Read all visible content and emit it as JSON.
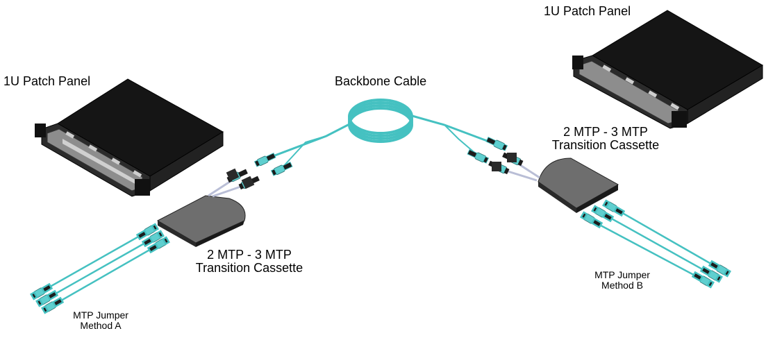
{
  "labels": {
    "left_panel": "1U Patch Panel",
    "right_panel": "1U Patch Panel",
    "backbone": "Backbone Cable",
    "left_cassette_line1": "2 MTP - 3 MTP",
    "left_cassette_line2": "Transition Cassette",
    "right_cassette_line1": "2 MTP - 3 MTP",
    "right_cassette_line2": "Transition Cassette",
    "jumper_a_line1": "MTP Jumper",
    "jumper_a_line2": "Method A",
    "jumper_b_line1": "MTP Jumper",
    "jumper_b_line2": "Method B"
  },
  "colors": {
    "aqua_cable": "#45c1c1",
    "aqua_connector": "#5fcfcf",
    "panel_dark": "#1a1a1a",
    "cassette_gray": "#6e6e6e",
    "boot_black": "#1c1c1c"
  }
}
